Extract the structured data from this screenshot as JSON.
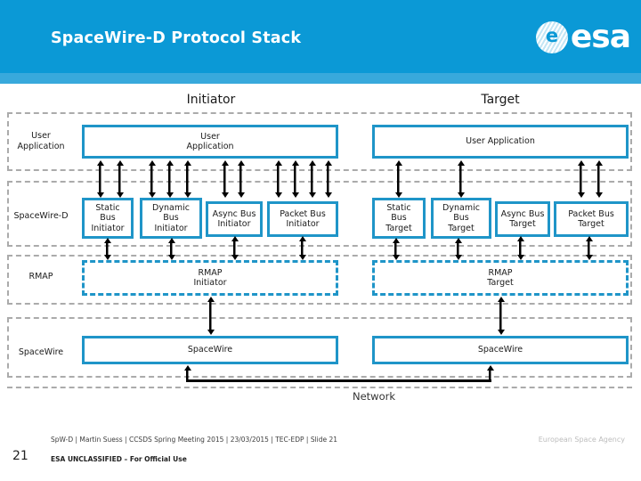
{
  "slide": {
    "title": "SpaceWire-D Protocol Stack",
    "page_number": "21"
  },
  "logo": {
    "esa_text": "esa",
    "e_glyph": "e",
    "agency_text": "European Space Agency"
  },
  "columns": {
    "initiator": "Initiator",
    "target": "Target"
  },
  "row_labels": {
    "user_application": "User\nApplication",
    "spacewire_d": "SpaceWire-D",
    "rmap": "RMAP",
    "spacewire": "SpaceWire"
  },
  "initiator": {
    "user_application": "User\nApplication",
    "static_bus": "Static\nBus\nInitiator",
    "dynamic_bus": "Dynamic\nBus\nInitiator",
    "async_bus": "Async Bus\nInitiator",
    "packet_bus": "Packet Bus\nInitiator",
    "rmap": "RMAP\nInitiator",
    "spacewire": "SpaceWire"
  },
  "target": {
    "user_application": "User Application",
    "static_bus": "Static\nBus\nTarget",
    "dynamic_bus": "Dynamic\nBus\nTarget",
    "async_bus": "Async Bus\nTarget",
    "packet_bus": "Packet Bus\nTarget",
    "rmap": "RMAP\nTarget",
    "spacewire": "SpaceWire"
  },
  "network_label": "Network",
  "footer": {
    "meta": "SpW-D | Martin Suess | CCSDS Spring Meeting 2015 | 23/03/2015 | TEC-EDP | Slide  21",
    "classification": "ESA UNCLASSIFIED – For Official Use"
  },
  "colors": {
    "header_blue": "#0b99d6",
    "header_band_blue": "#38a9dc",
    "box_border_blue": "#1f95c8",
    "dashed_gray": "#ababab",
    "arrow_black": "#000000"
  }
}
